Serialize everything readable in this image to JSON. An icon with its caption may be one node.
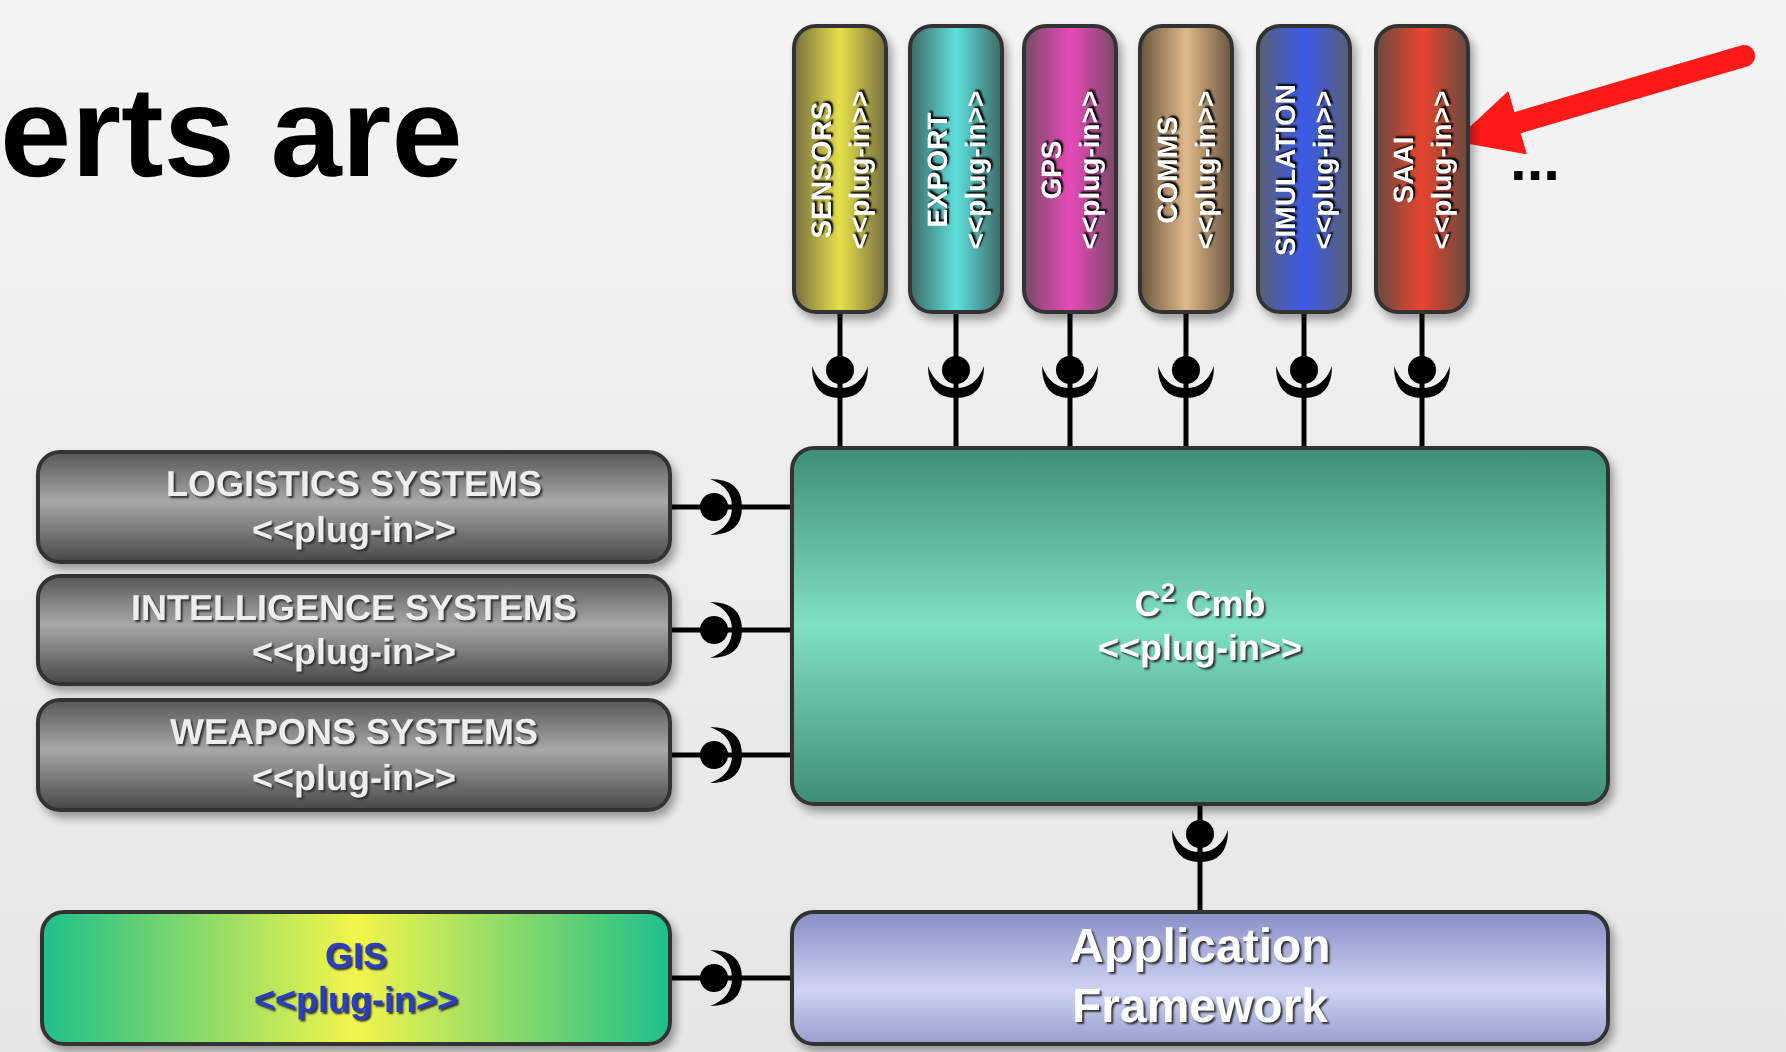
{
  "diagram": {
    "nodes": [
      {
        "text": [
          "SENSORS",
          "<<plug-in>>"
        ]
      },
      {
        "text": [
          "EXPORT",
          "<<plug-in>>"
        ]
      },
      {
        "text": [
          "GPS",
          "<<plug-in>>"
        ]
      },
      {
        "text": [
          "COMMS",
          "<<plug-in>>"
        ]
      },
      {
        "text": [
          "SIMULATION",
          "<<plug-in>>"
        ]
      },
      {
        "text": [
          "SAAI",
          "<<plug-in>>"
        ]
      },
      {
        "text": [
          "LOGISTICS SYSTEMS",
          "<<plug-in>>"
        ]
      },
      {
        "text": [
          "INTELLIGENCE SYSTEMS",
          "<<plug-in>>"
        ]
      },
      {
        "text": [
          "WEAPONS SYSTEMS",
          "<<plug-in>>"
        ]
      },
      {
        "text": [
          "C$^{2}$ Cmb",
          "<<plug-in>>"
        ]
      },
      {
        "text": [
          "GIS",
          "<<plug-in>>"
        ]
      },
      {
        "text": [
          "Application Framework"
        ]
      }
    ],
    "edges": [
      {
        "from": 0,
        "to": 9,
        "arrow": "other"
      },
      {
        "from": 1,
        "to": 9,
        "arrow": "other"
      },
      {
        "from": 2,
        "to": 9,
        "arrow": "other"
      },
      {
        "from": 3,
        "to": 9,
        "arrow": "other"
      },
      {
        "from": 4,
        "to": 9,
        "arrow": "other"
      },
      {
        "from": 5,
        "to": 9,
        "arrow": "other"
      },
      {
        "from": 6,
        "to": 9,
        "arrow": "other"
      },
      {
        "from": 7,
        "to": 9,
        "arrow": "other"
      },
      {
        "from": 8,
        "to": 9,
        "arrow": "other"
      },
      {
        "from": 9,
        "to": 11,
        "arrow": "other"
      },
      {
        "from": 10,
        "to": 11,
        "arrow": "other"
      },
      {
        "from": null,
        "to": 5,
        "arrow": "to",
        "style": "thick",
        "color": "#ff1a1a"
      }
    ],
    "labels": [
      "erts are",
      "..."
    ]
  }
}
